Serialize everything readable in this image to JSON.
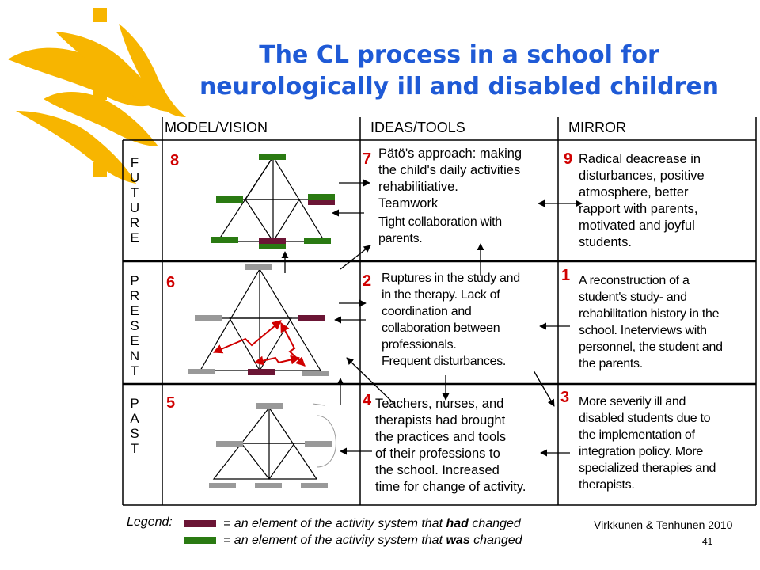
{
  "title_line1": "The CL process in a school for",
  "title_line2": "neurologically ill and disabled children",
  "columns": [
    "MODEL/VISION",
    "IDEAS/TOOLS",
    "MIRROR"
  ],
  "rows": {
    "future": [
      "F",
      "U",
      "T",
      "U",
      "R",
      "E"
    ],
    "present": [
      "P",
      "R",
      "E",
      "S",
      "E",
      "N",
      "T"
    ],
    "past": [
      "P",
      "A",
      "S",
      "T"
    ]
  },
  "steps": {
    "n1": "1",
    "n2": "2",
    "n3": "3",
    "n4": "4",
    "n5": "5",
    "n6": "6",
    "n7": "7",
    "n8": "8",
    "n9": "9"
  },
  "cells": {
    "ideas_future_1": "Pätö's approach: making",
    "ideas_future_2": "the child's daily activities",
    "ideas_future_3": "rehabilitiative.",
    "ideas_future_4": "Teamwork",
    "ideas_future_5": "Tight collaboration with",
    "ideas_future_6": "parents.",
    "mirror_future_1": "Radical deacrease in",
    "mirror_future_2": "disturbances, positive",
    "mirror_future_3": "atmosphere, better",
    "mirror_future_4": "rapport with parents,",
    "mirror_future_5": "motivated and joyful",
    "mirror_future_6": "students.",
    "ideas_present_1": "Ruptures in the study and",
    "ideas_present_2": "in the therapy. Lack of",
    "ideas_present_3": "coordination and",
    "ideas_present_4": "collaboration between",
    "ideas_present_5": "professionals.",
    "ideas_present_6": "Frequent disturbances.",
    "mirror_present_1": "A reconstruction of a",
    "mirror_present_2": "student's study- and",
    "mirror_present_3": "rehabilitation history in the",
    "mirror_present_4": "school.  Ineterviews with",
    "mirror_present_5": "personnel, the student and",
    "mirror_present_6": "the parents.",
    "ideas_past_1": "Teachers, nurses, and",
    "ideas_past_2": "therapists had brought",
    "ideas_past_3": "the practices and tools",
    "ideas_past_4": "of their professions to",
    "ideas_past_5": "the school. Increased",
    "ideas_past_6": "time for change of activity.",
    "mirror_past_1": "More severily ill and",
    "mirror_past_2": "disabled students due to",
    "mirror_past_3": "the implementation of",
    "mirror_past_4": "integration policy. More",
    "mirror_past_5": "specialized therapies and",
    "mirror_past_6": "therapists."
  },
  "legend": {
    "label": "Legend:",
    "had_prefix": "= an element of the activity system that ",
    "had_bold": "had",
    "had_suffix": " changed",
    "was_prefix": "= an element of the activity system that ",
    "was_bold": "was",
    "was_suffix": " changed"
  },
  "credit": "Virkkunen & Tenhunen 2010",
  "page_number": "41",
  "colors": {
    "title": "#1f5ad6",
    "logo": "#f7b500",
    "number": "#d00000",
    "had_changed": "#6b1535",
    "was_changed": "#2a7a12",
    "unchanged": "#999999",
    "contradiction_arrow": "#d00000"
  }
}
